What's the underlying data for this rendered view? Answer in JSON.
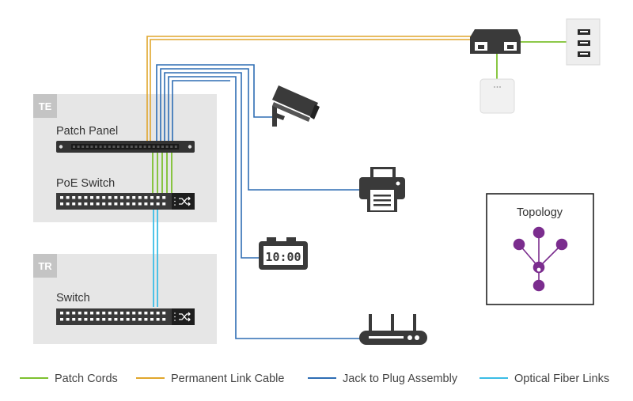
{
  "rooms": {
    "te": {
      "tag": "TE",
      "patch_panel_label": "Patch Panel",
      "poe_switch_label": "PoE Switch"
    },
    "tr": {
      "tag": "TR",
      "switch_label": "Switch"
    }
  },
  "clock": {
    "display": "10:00"
  },
  "topology": {
    "title": "Topology"
  },
  "legend": [
    {
      "label": "Patch Cords",
      "color": "#7dc12f"
    },
    {
      "label": "Permanent Link Cable",
      "color": "#e0a62c"
    },
    {
      "label": "Jack to Plug Assembly",
      "color": "#2e6db4"
    },
    {
      "label": "Optical Fiber Links",
      "color": "#3bbde6"
    }
  ],
  "colors": {
    "patch_cord": "#7dc12f",
    "permanent_link": "#e0a62c",
    "jack_to_plug": "#2e6db4",
    "optical_fiber": "#3bbde6",
    "topology_node": "#7b2d8e",
    "room_bg": "#e6e6e6",
    "device": "#3a3a3a"
  },
  "icons": [
    "cctv-camera-icon",
    "printer-icon",
    "digital-clock-icon",
    "wifi-router-icon",
    "poe-injector-icon",
    "wall-plate-icon",
    "access-point-icon",
    "rj45-port-icon",
    "crossover-icon"
  ]
}
